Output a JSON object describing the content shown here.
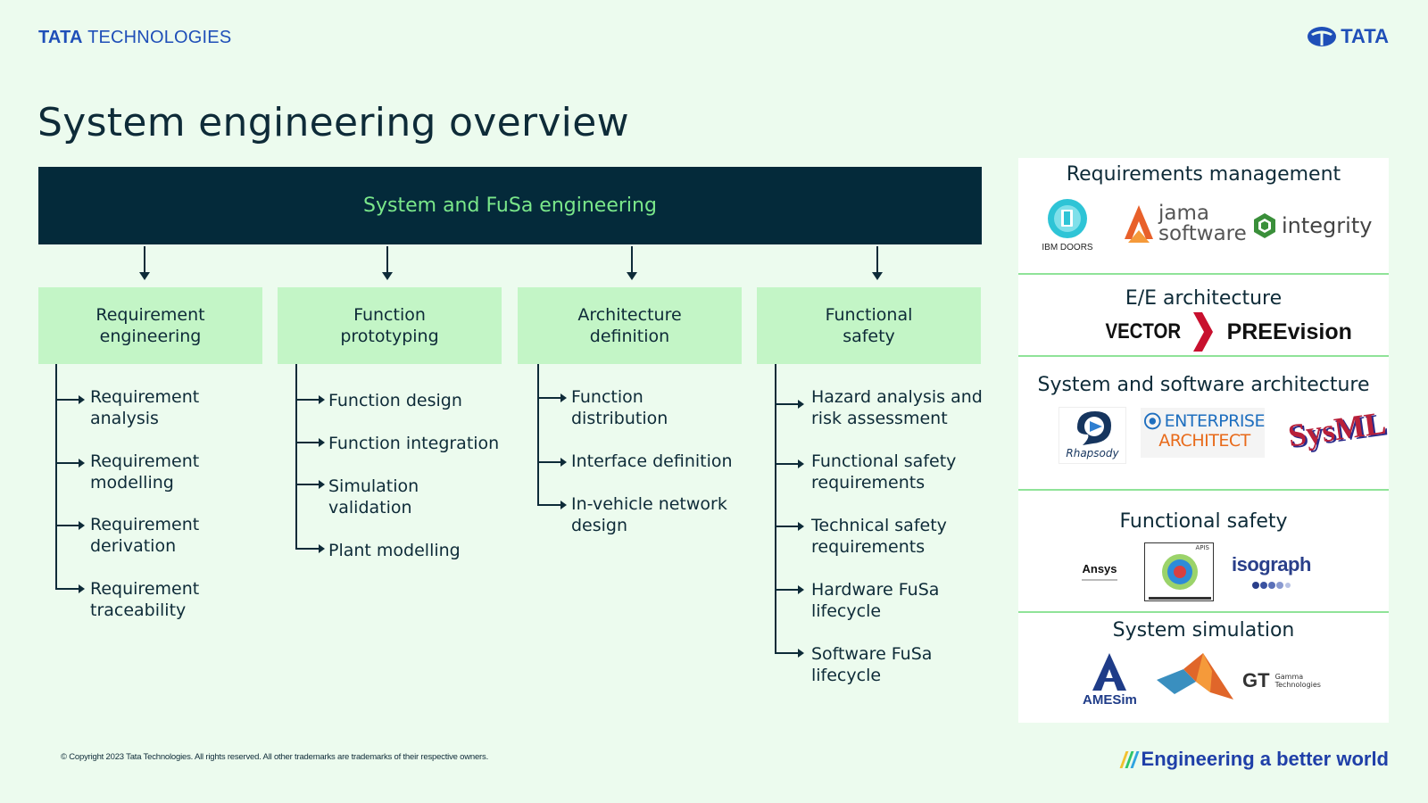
{
  "header": {
    "brand_left_bold": "TATA",
    "brand_left_rest": " TECHNOLOGIES",
    "brand_right": "TATA",
    "emblem_icon": "tata-emblem-icon"
  },
  "title": "System engineering overview",
  "top_bar": {
    "label": "System and FuSa  engineering"
  },
  "columns": [
    {
      "label": "Requirement\nengineering",
      "items": [
        "Requirement\nanalysis",
        "Requirement\nmodelling",
        "Requirement\nderivation",
        "Requirement\ntraceability"
      ]
    },
    {
      "label": "Function\nprototyping",
      "items": [
        "Function design",
        "Function integration",
        "Simulation\nvalidation",
        "Plant modelling"
      ]
    },
    {
      "label": "Architecture\ndefinition",
      "items": [
        "Function\ndistribution",
        "Interface definition",
        "In-vehicle network\ndesign"
      ]
    },
    {
      "label": "Functional\nsafety",
      "items": [
        "Hazard analysis and\nrisk assessment",
        "Functional safety\nrequirements",
        "Technical safety\nrequirements",
        "Hardware FuSa\nlifecycle",
        "Software FuSa\nlifecycle"
      ]
    }
  ],
  "side": {
    "sections": [
      {
        "title": "Requirements management"
      },
      {
        "title": "E/E architecture"
      },
      {
        "title": "System and software architecture"
      },
      {
        "title": "Functional safety"
      },
      {
        "title": "System simulation"
      }
    ],
    "logos": {
      "ibm_doors": "IBM DOORS",
      "jama_top": "jama",
      "jama_bottom": "software",
      "integrity": "integrity",
      "vector": "VECTOR",
      "preevision": "PREEvision",
      "rhapsody": "Rhapsody",
      "ea_top": "ENTERPRISE",
      "ea_bottom": "ARCHITECT",
      "sysml": "SysML",
      "ansys": "Ansys",
      "apis": "APIS",
      "isograph": "isograph",
      "amesim": "AMESim",
      "gt": "GT",
      "gt_sub": "Gamma\nTechnologies"
    }
  },
  "footer": {
    "copyright": "© Copyright 2023 Tata Technologies. All rights reserved. All other trademarks are trademarks of their respective owners.",
    "tagline": "Engineering a better world"
  },
  "colors": {
    "background": "#ecfbee",
    "navy": "#042a3a",
    "accent_green": "#7ae78a",
    "box_green": "#c3f5c6",
    "brand_blue": "#1f4fb8"
  }
}
